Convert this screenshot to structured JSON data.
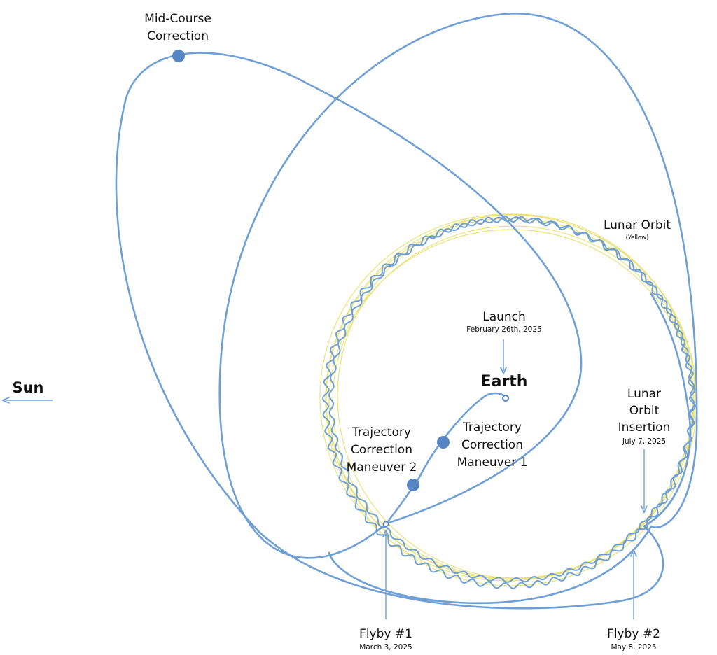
{
  "colors": {
    "trajectory": "#6f9fd4",
    "marker": "#5585c3",
    "lunar_orbit": "#e9e37a",
    "text": "#111111"
  },
  "labels": {
    "mid_course": [
      "Mid-Course",
      "Correction"
    ],
    "lunar_orbit": "Lunar Orbit",
    "lunar_orbit_note": "(Yellow)",
    "launch": "Launch",
    "launch_date": "February 26th, 2025",
    "earth": "Earth",
    "sun": "Sun",
    "tcm2": [
      "Trajectory",
      "Correction",
      "Maneuver 2"
    ],
    "tcm1": [
      "Trajectory",
      "Correction",
      "Maneuver 1"
    ],
    "loi": [
      "Lunar",
      "Orbit",
      "Insertion"
    ],
    "loi_date": "July 7, 2025",
    "flyby1": "Flyby #1",
    "flyby1_date": "March 3, 2025",
    "flyby2": "Flyby #2",
    "flyby2_date": "May 8, 2025"
  }
}
